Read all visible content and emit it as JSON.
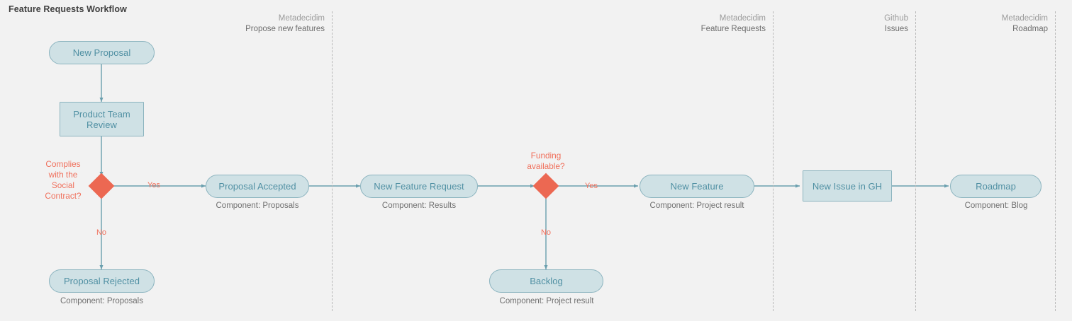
{
  "diagram": {
    "title": "Feature Requests Workflow",
    "type": "flowchart",
    "background_color": "#f2f2f2",
    "node_fill_color": "#cfe1e5",
    "node_border_color": "#8cb4bf",
    "node_text_color": "#5090a3",
    "decision_color": "#ec6852",
    "connector_color": "#6a9fae",
    "caption_color": "#707070"
  },
  "lanes": [
    {
      "id": "lane-propose",
      "line1": "Metadecidim",
      "line2": "Propose new features"
    },
    {
      "id": "lane-feature-requests",
      "line1": "Metadecidim",
      "line2": "Feature Requests"
    },
    {
      "id": "lane-github-issues",
      "line1": "Github",
      "line2": "Issues"
    },
    {
      "id": "lane-roadmap",
      "line1": "Metadecidim",
      "line2": "Roadmap"
    }
  ],
  "nodes": [
    {
      "id": "new-proposal",
      "label": "New Proposal",
      "shape": "pill"
    },
    {
      "id": "product-team-review",
      "label": "Product Team Review",
      "shape": "rect"
    },
    {
      "id": "proposal-rejected",
      "label": "Proposal Rejected",
      "shape": "pill",
      "caption": "Component: Proposals"
    },
    {
      "id": "proposal-accepted",
      "label": "Proposal Accepted",
      "shape": "pill",
      "caption": "Component: Proposals"
    },
    {
      "id": "new-feature-request",
      "label": "New Feature Request",
      "shape": "pill",
      "caption": "Component: Results"
    },
    {
      "id": "backlog",
      "label": "Backlog",
      "shape": "pill",
      "caption": "Component: Project result"
    },
    {
      "id": "new-feature",
      "label": "New Feature",
      "shape": "pill",
      "caption": "Component: Project result"
    },
    {
      "id": "new-issue-in-gh",
      "label": "New Issue in GH",
      "shape": "rect"
    },
    {
      "id": "roadmap",
      "label": "Roadmap",
      "shape": "pill",
      "caption": "Component: Blog"
    }
  ],
  "decisions": [
    {
      "id": "social-contract",
      "question": "Complies with the Social Contract?",
      "yes_label": "Yes",
      "no_label": "No"
    },
    {
      "id": "funding",
      "question": "Funding available?",
      "yes_label": "Yes",
      "no_label": "No"
    }
  ],
  "labels": {
    "social_contract_line1": "Complies",
    "social_contract_line2": "with the",
    "social_contract_line3": "Social",
    "social_contract_line4": "Contract?",
    "funding_line1": "Funding",
    "funding_line2": "available?",
    "yes_social": "Yes",
    "no_social": "No",
    "yes_funding": "Yes",
    "no_funding": "No"
  }
}
